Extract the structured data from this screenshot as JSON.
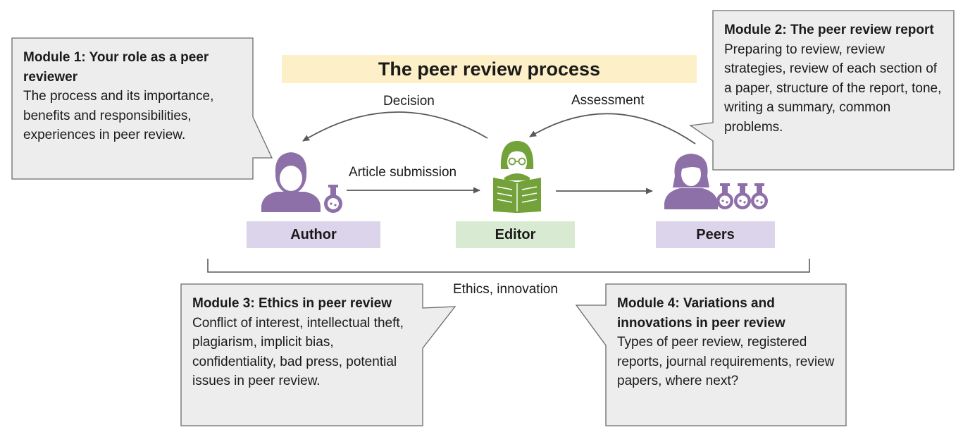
{
  "title": "The peer review process",
  "modules": [
    {
      "title": "Module 1: Your role as a peer reviewer",
      "description": "The process and its importance, benefits and responsibilities, experiences in peer review."
    },
    {
      "title": "Module 2: The peer review report",
      "description": "Preparing to review, review strategies, review of each section of a paper, structure of the report, tone, writing a summary, common problems."
    },
    {
      "title": "Module 3: Ethics in peer review",
      "description": "Conflict of interest, intellectual theft, plagiarism, implicit bias, confidentiality, bad press, potential issues in peer review."
    },
    {
      "title": "Module 4: Variations and innovations in peer review",
      "description": "Types of peer review, registered reports, journal requirements, review papers, where next?"
    }
  ],
  "roles": {
    "author": "Author",
    "editor": "Editor",
    "peers": "Peers"
  },
  "flow_labels": {
    "decision": "Decision",
    "assessment": "Assessment",
    "submission": "Article submission",
    "bracket": "Ethics, innovation"
  },
  "colors": {
    "callout_fill": "#ededed",
    "callout_stroke": "#6b6b6b",
    "title_bg": "#fdf0c8",
    "author_peers_icon": "#8e70a9",
    "editor_icon": "#74a23a",
    "author_peers_label_bg": "#dcd4ea",
    "editor_label_bg": "#d9ead2",
    "arrow": "#595959"
  },
  "icons": {
    "author": "man-icon",
    "editor": "reading-woman-icon",
    "peers": "woman-icon",
    "flask": "flask-icon"
  }
}
